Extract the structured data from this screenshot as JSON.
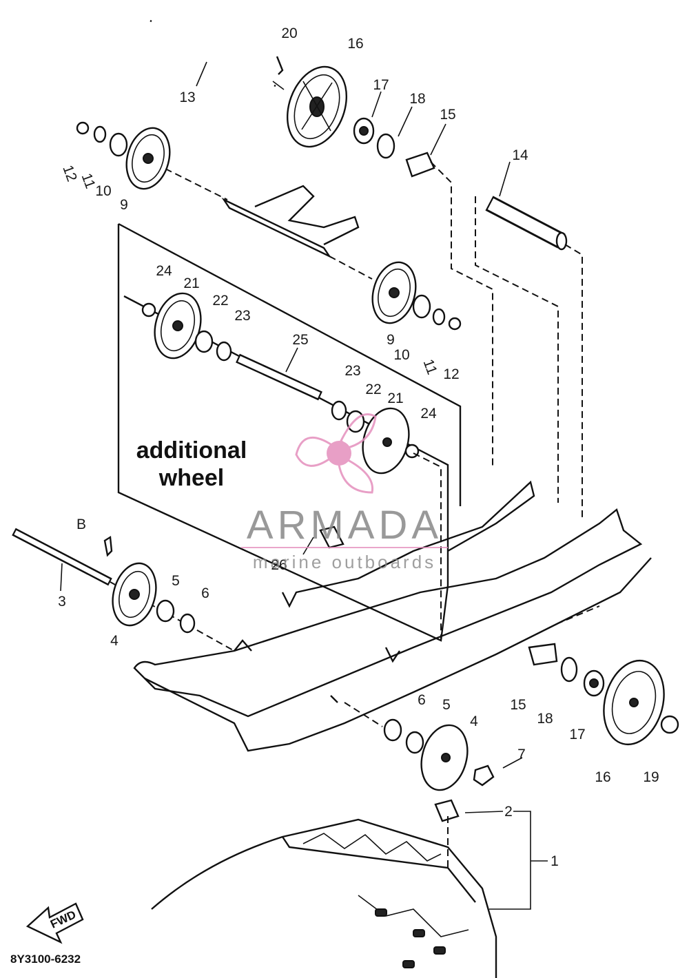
{
  "diagram": {
    "callouts": {
      "p1": "1",
      "p2": "2",
      "p3": "3",
      "p4a": "4",
      "p4b": "4",
      "p5a": "5",
      "p5b": "5",
      "p6a": "6",
      "p6b": "6",
      "p7": "7",
      "p9a": "9",
      "p9b": "9",
      "p10a": "10",
      "p10b": "10",
      "p11a": "11",
      "p11b": "11",
      "p12a": "12",
      "p12b": "12",
      "p13": "13",
      "p14": "14",
      "p15a": "15",
      "p15b": "15",
      "p16a": "16",
      "p16b": "16",
      "p17a": "17",
      "p17b": "17",
      "p18a": "18",
      "p18b": "18",
      "p19": "19",
      "p20": "20",
      "p21a": "21",
      "p21b": "21",
      "p22a": "22",
      "p22b": "22",
      "p23a": "23",
      "p23b": "23",
      "p24a": "24",
      "p24b": "24",
      "p25": "25",
      "p26": "26",
      "pB": "B"
    },
    "additional_label_line1": "additional",
    "additional_label_line2": "wheel",
    "fwd_label": "FWD",
    "diagram_code": "8Y3100-6232"
  },
  "watermark": {
    "brand": "ARMADA",
    "tagline": "marine outboards",
    "logo_color": "#e48fbd",
    "text_color": "#7a7a7a"
  }
}
